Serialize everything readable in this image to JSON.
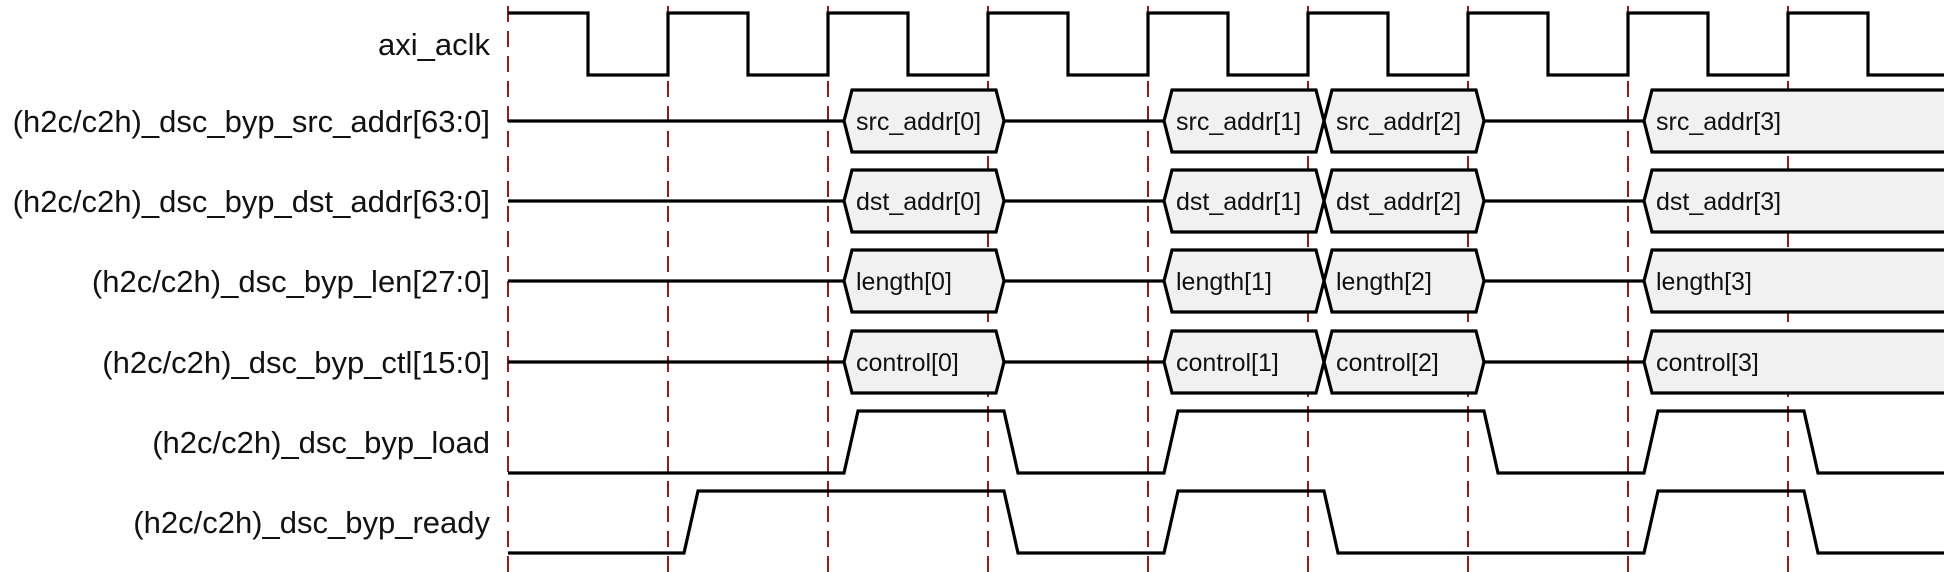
{
  "signals": [
    {
      "name": "axi_aclk",
      "kind": "clock"
    },
    {
      "name": "(h2c/c2h)_dsc_byp_src_addr[63:0]",
      "kind": "bus",
      "segments": [
        {
          "label": "src_addr[0]",
          "start": 2,
          "end": 3,
          "open_end": false
        },
        {
          "label": "src_addr[1]",
          "start": 4,
          "end": 5,
          "open_end": false
        },
        {
          "label": "src_addr[2]",
          "start": 5,
          "end": 6,
          "open_end": false
        },
        {
          "label": "src_addr[3]",
          "start": 7,
          "end": 9,
          "open_end": true
        }
      ]
    },
    {
      "name": "(h2c/c2h)_dsc_byp_dst_addr[63:0]",
      "kind": "bus",
      "segments": [
        {
          "label": "dst_addr[0]",
          "start": 2,
          "end": 3,
          "open_end": false
        },
        {
          "label": "dst_addr[1]",
          "start": 4,
          "end": 5,
          "open_end": false
        },
        {
          "label": "dst_addr[2]",
          "start": 5,
          "end": 6,
          "open_end": false
        },
        {
          "label": "dst_addr[3]",
          "start": 7,
          "end": 9,
          "open_end": true
        }
      ]
    },
    {
      "name": "(h2c/c2h)_dsc_byp_len[27:0]",
      "kind": "bus",
      "segments": [
        {
          "label": "length[0]",
          "start": 2,
          "end": 3,
          "open_end": false
        },
        {
          "label": "length[1]",
          "start": 4,
          "end": 5,
          "open_end": false
        },
        {
          "label": "length[2]",
          "start": 5,
          "end": 6,
          "open_end": false
        },
        {
          "label": "length[3]",
          "start": 7,
          "end": 9,
          "open_end": true
        }
      ]
    },
    {
      "name": "(h2c/c2h)_dsc_byp_ctl[15:0]",
      "kind": "bus",
      "segments": [
        {
          "label": "control[0]",
          "start": 2,
          "end": 3,
          "open_end": false
        },
        {
          "label": "control[1]",
          "start": 4,
          "end": 5,
          "open_end": false
        },
        {
          "label": "control[2]",
          "start": 5,
          "end": 6,
          "open_end": false
        },
        {
          "label": "control[3]",
          "start": 7,
          "end": 9,
          "open_end": true
        }
      ]
    },
    {
      "name": "(h2c/c2h)_dsc_byp_load",
      "kind": "logic",
      "high_intervals": [
        [
          2,
          3
        ],
        [
          4,
          6
        ],
        [
          7,
          8
        ]
      ]
    },
    {
      "name": "(h2c/c2h)_dsc_byp_ready",
      "kind": "logic",
      "high_intervals": [
        [
          1,
          3
        ],
        [
          4,
          5
        ],
        [
          7,
          8
        ]
      ]
    }
  ],
  "clock_cycles": 9,
  "guide_color": "#8b2020"
}
